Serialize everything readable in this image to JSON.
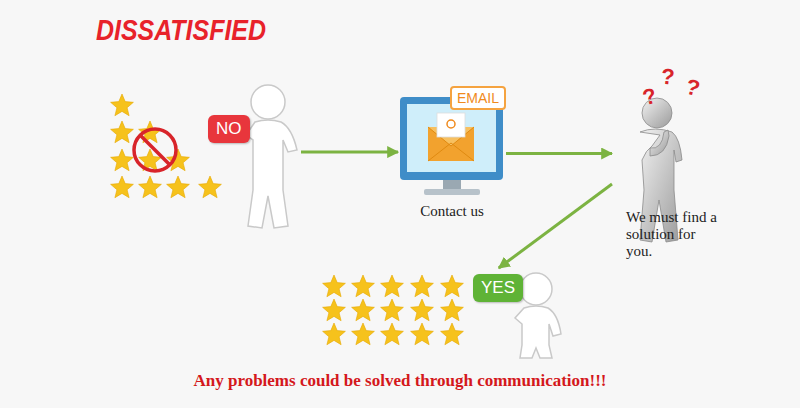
{
  "diagram": {
    "title": "DISSATISFIED",
    "caption": "Any problems could be solved through communication!!!",
    "nodes": [
      {
        "text": [
          "NO"
        ]
      },
      {
        "text": [
          "EMAIL",
          "Contact us"
        ]
      },
      {
        "text": [
          "We must find a solution for you."
        ]
      },
      {
        "text": [
          "YES"
        ]
      }
    ],
    "edges": [
      {
        "from": 0,
        "to": 1,
        "arrow": "to"
      },
      {
        "from": 1,
        "to": 2,
        "arrow": "to"
      },
      {
        "from": 2,
        "to": 3,
        "arrow": "to"
      }
    ],
    "labels": [
      "?",
      "?",
      "?"
    ]
  }
}
